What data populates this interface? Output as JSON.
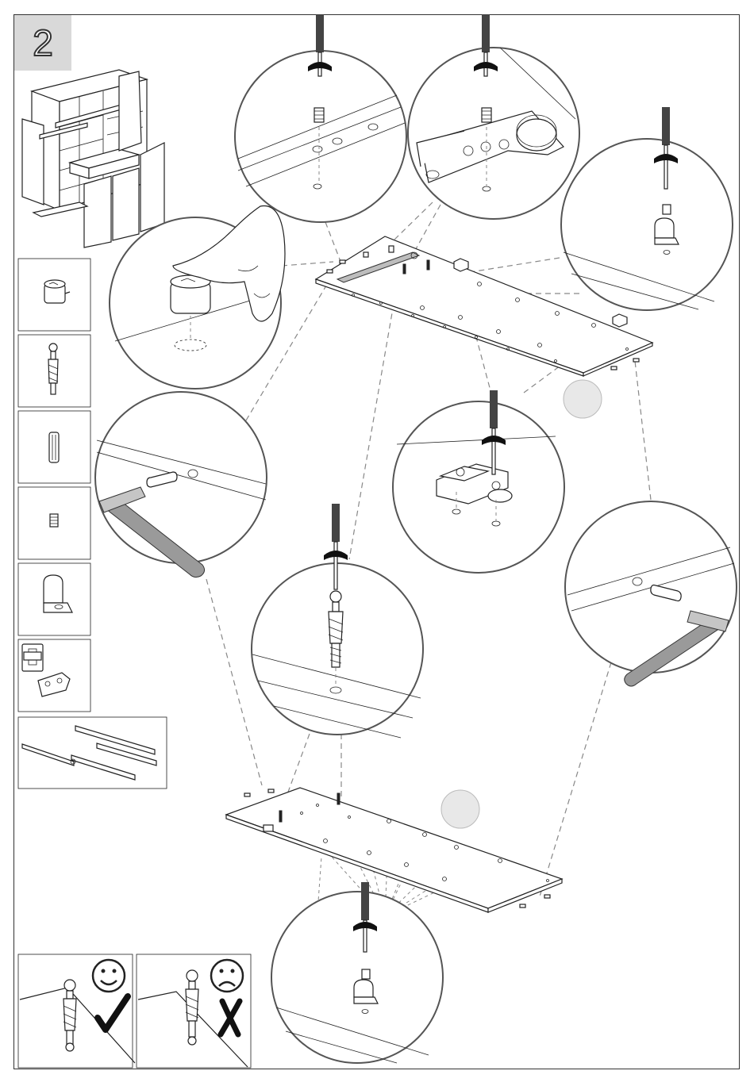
{
  "step": {
    "number": "2"
  },
  "colors": {
    "step_box": "#d9d9d9",
    "line": "#222222",
    "leader": "#888888",
    "marker_disc": "#e8e8e8",
    "hammer_handle": "#9a9a9a"
  },
  "parts_column": [
    {
      "icon": "cam-lock-icon"
    },
    {
      "icon": "cam-bolt-dowel-icon"
    },
    {
      "icon": "wooden-dowel-icon"
    },
    {
      "icon": "threaded-insert-icon"
    },
    {
      "icon": "shelf-support-icon"
    },
    {
      "icon": "hinge-mounting-plate-icon"
    },
    {
      "icon": "drawer-slides-icon"
    }
  ],
  "detail_callouts": [
    "push-cam-lock-detail",
    "screw-insert-rail-detail",
    "screw-insert-plate-detail",
    "screw-insert-support-detail",
    "hammer-dowel-left-detail",
    "screw-plate-detail",
    "screw-cam-bolt-detail",
    "hammer-dowel-right-detail",
    "screw-support-bottom-detail"
  ],
  "install_examples": [
    {
      "label": "correct",
      "face_icon": "smiley-face-icon",
      "mark_icon": "checkmark-icon"
    },
    {
      "label": "incorrect",
      "face_icon": "frown-face-icon",
      "mark_icon": "x-mark-icon"
    }
  ]
}
